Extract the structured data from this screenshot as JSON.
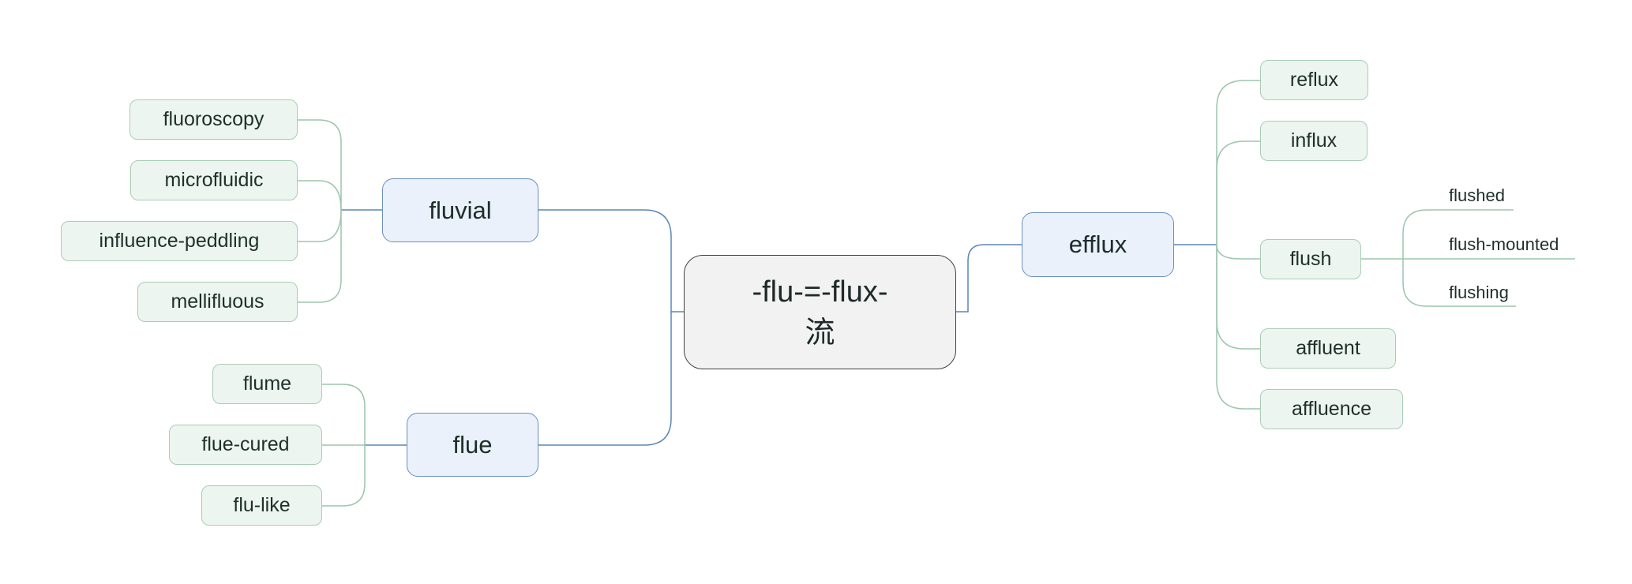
{
  "root": {
    "line1": "-flu-=-flux-",
    "line2": "流"
  },
  "branches": {
    "fluvial": {
      "label": "fluvial",
      "children": [
        "fluoroscopy",
        "microfluidic",
        "influence-peddling",
        "mellifluous"
      ]
    },
    "flue": {
      "label": "flue",
      "children": [
        "flume",
        "flue-cured",
        "flu-like"
      ]
    },
    "efflux": {
      "label": "efflux",
      "children": [
        "reflux",
        "influx",
        "flush",
        "affluent",
        "affluence"
      ]
    },
    "flush": {
      "children": [
        "flushed",
        "flush-mounted",
        "flushing"
      ]
    }
  },
  "colors": {
    "main_border": "#6a8fc0",
    "leaf_border": "#a9cdb6",
    "link_main": "#5b85b5",
    "link_leaf": "#9cc5ad"
  }
}
